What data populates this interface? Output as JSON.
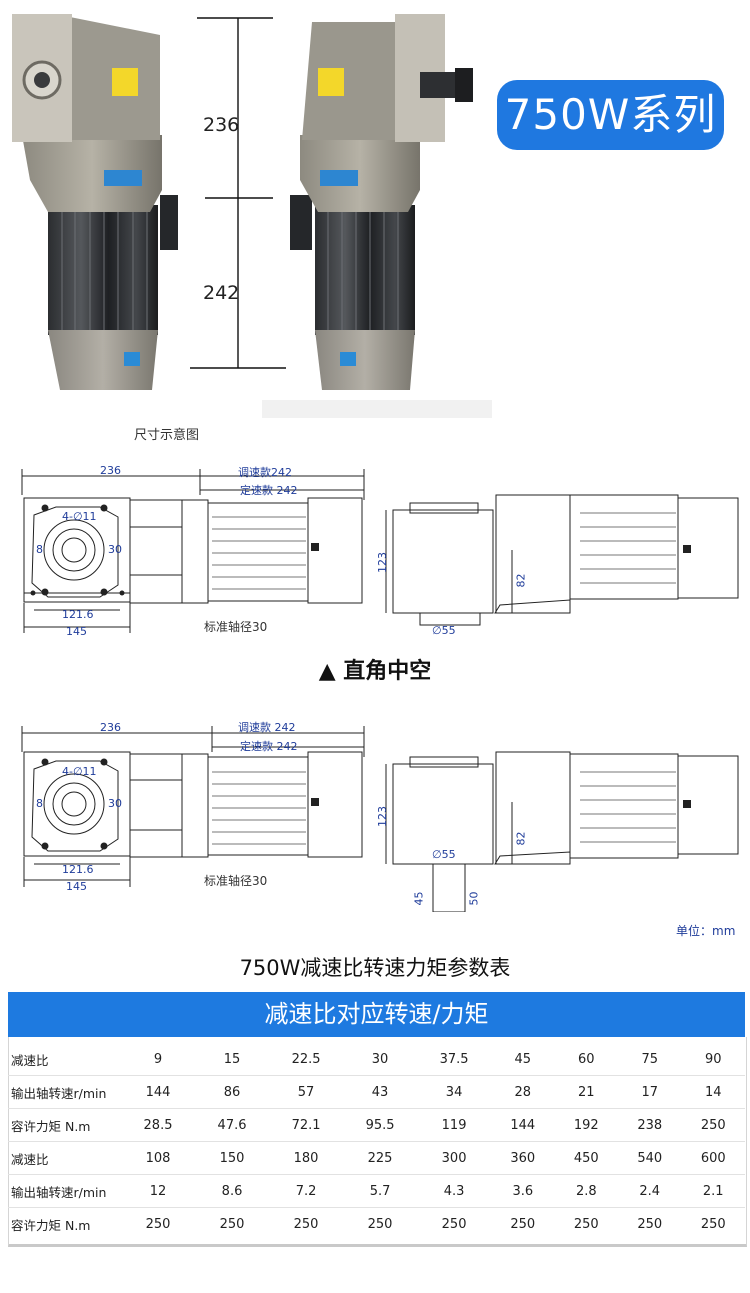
{
  "series_badge": "750W系列",
  "photo_section": {
    "dimension_top": "236",
    "dimension_bottom": "242",
    "caption": "尺寸示意图"
  },
  "drawing_common": {
    "overall_top": "236",
    "speed_adjust_label": "调速款242",
    "speed_fixed_label": "定速款 242",
    "speed_adjust_label_2": "调速款 242",
    "speed_fixed_label_2": "定速款 242",
    "bolt_label": "4-∅11",
    "key_width": "8",
    "shaft_height": "30",
    "pcd": "121.6",
    "flange_width": "145",
    "shaft_note": "标准轴径30",
    "side_height": "123",
    "side_offset": "82",
    "bore": "∅55",
    "shaft_len_a": "45",
    "shaft_len_b": "50"
  },
  "section_title": "▲ 直角中空",
  "unit_note": "单位：mm",
  "table": {
    "title": "750W减速比转速力矩参数表",
    "banner": "减速比对应转速/力矩",
    "rows": [
      {
        "label": "减速比",
        "values": [
          "9",
          "15",
          "22.5",
          "30",
          "37.5",
          "45",
          "60",
          "75",
          "90"
        ]
      },
      {
        "label": "输出轴转速r/min",
        "values": [
          "144",
          "86",
          "57",
          "43",
          "34",
          "28",
          "21",
          "17",
          "14"
        ]
      },
      {
        "label": "容许力矩 N.m",
        "values": [
          "28.5",
          "47.6",
          "72.1",
          "95.5",
          "119",
          "144",
          "192",
          "238",
          "250"
        ]
      },
      {
        "label": "减速比",
        "values": [
          "108",
          "150",
          "180",
          "225",
          "300",
          "360",
          "450",
          "540",
          "600"
        ]
      },
      {
        "label": "输出轴转速r/min",
        "values": [
          "12",
          "8.6",
          "7.2",
          "5.7",
          "4.3",
          "3.6",
          "2.8",
          "2.4",
          "2.1"
        ]
      },
      {
        "label": "容许力矩 N.m",
        "values": [
          "250",
          "250",
          "250",
          "250",
          "250",
          "250",
          "250",
          "250",
          "250"
        ]
      }
    ]
  }
}
